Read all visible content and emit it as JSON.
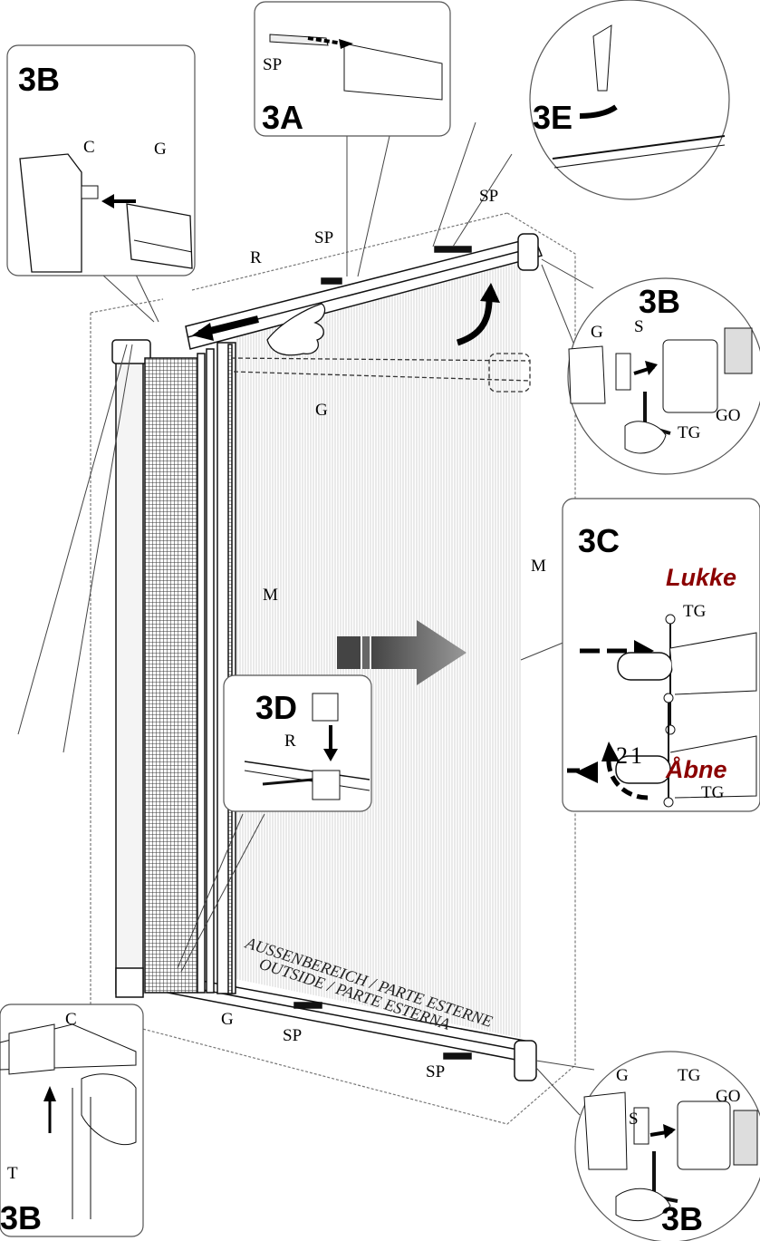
{
  "callouts": {
    "3a": "3A",
    "3b_top_left": "3B",
    "3b_top_right": "3B",
    "3b_bottom_left": "3B",
    "3b_bottom_right": "3B",
    "3c": "3C",
    "3d": "3D",
    "3e": "3E"
  },
  "part_labels": {
    "sp_3a": "SP",
    "c_3b_top_left": "C",
    "g_3b_top_left": "G",
    "sp_top_left": "SP",
    "sp_top_right": "SP",
    "r_top": "R",
    "g_top": "G",
    "g_3b_top_right": "G",
    "s_3b_top_right": "S",
    "tg_3b_top_right": "TG",
    "go_3b_top_right": "GO",
    "m_left": "M",
    "m_right": "M",
    "r_3d": "R",
    "tg_3c_top": "TG",
    "tg_3c_bottom": "TG",
    "g_bottom": "G",
    "sp_bottom_left": "SP",
    "sp_bottom_right": "SP",
    "c_3b_bottom_left": "C",
    "t_3b_bottom_left": "T",
    "g_3b_bottom_right": "G",
    "tg_3b_bottom_right": "TG",
    "go_3b_bottom_right": "GO",
    "s_3b_bottom_right": "S"
  },
  "step_numbers": {
    "step_1": "1",
    "step_2": "2"
  },
  "states": {
    "close": "Lukke",
    "open": "Åbne",
    "color": "#8b0000"
  },
  "inscriptions": {
    "line1": "AUSSENBEREICH / PARTE ESTERNE",
    "line2": "OUTSIDE / PARTE ESTERNA"
  },
  "icons": [
    "arrow-icon",
    "hand-icon",
    "hex-key-icon",
    "clip-icon",
    "pencil-icon"
  ]
}
